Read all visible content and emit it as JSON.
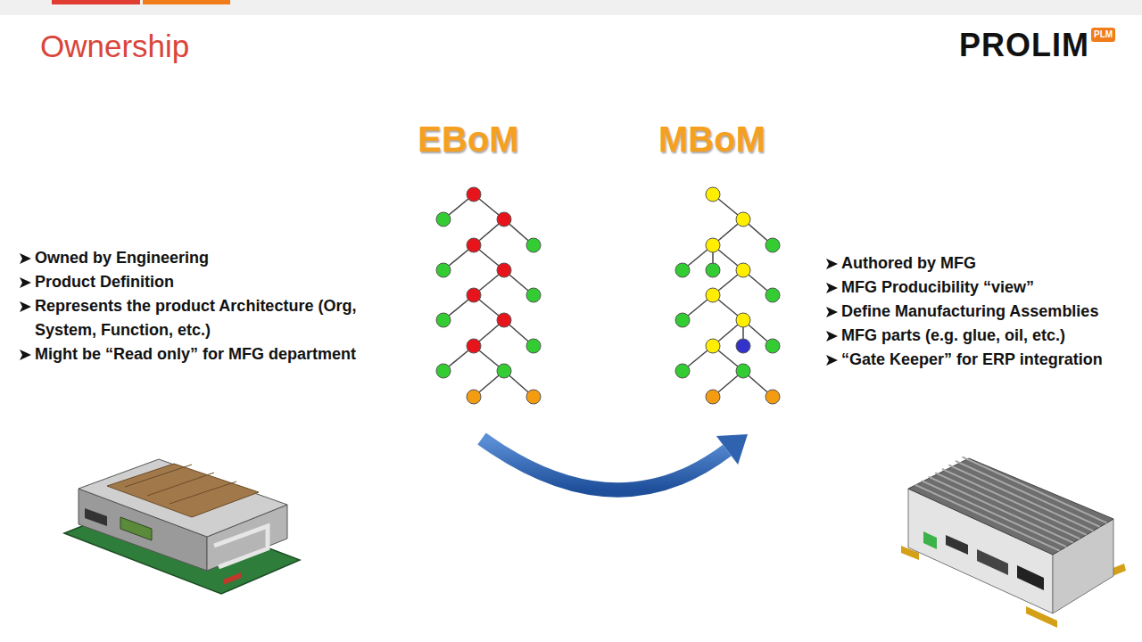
{
  "diagram": {
    "title": "Ownership",
    "labels": [
      "PROLIM",
      "PLM",
      "EBoM",
      "MBoM",
      "Owned by Engineering",
      "Product Definition",
      "Represents the product Architecture (Org, System, Function, etc.)",
      "Might be “Read only” for MFG department",
      "Authored by MFG",
      "MFG Producibility “view”",
      "Define Manufacturing Assemblies",
      "MFG parts (e.g. glue, oil, etc.)",
      "“Gate Keeper” for ERP integration"
    ]
  }
}
